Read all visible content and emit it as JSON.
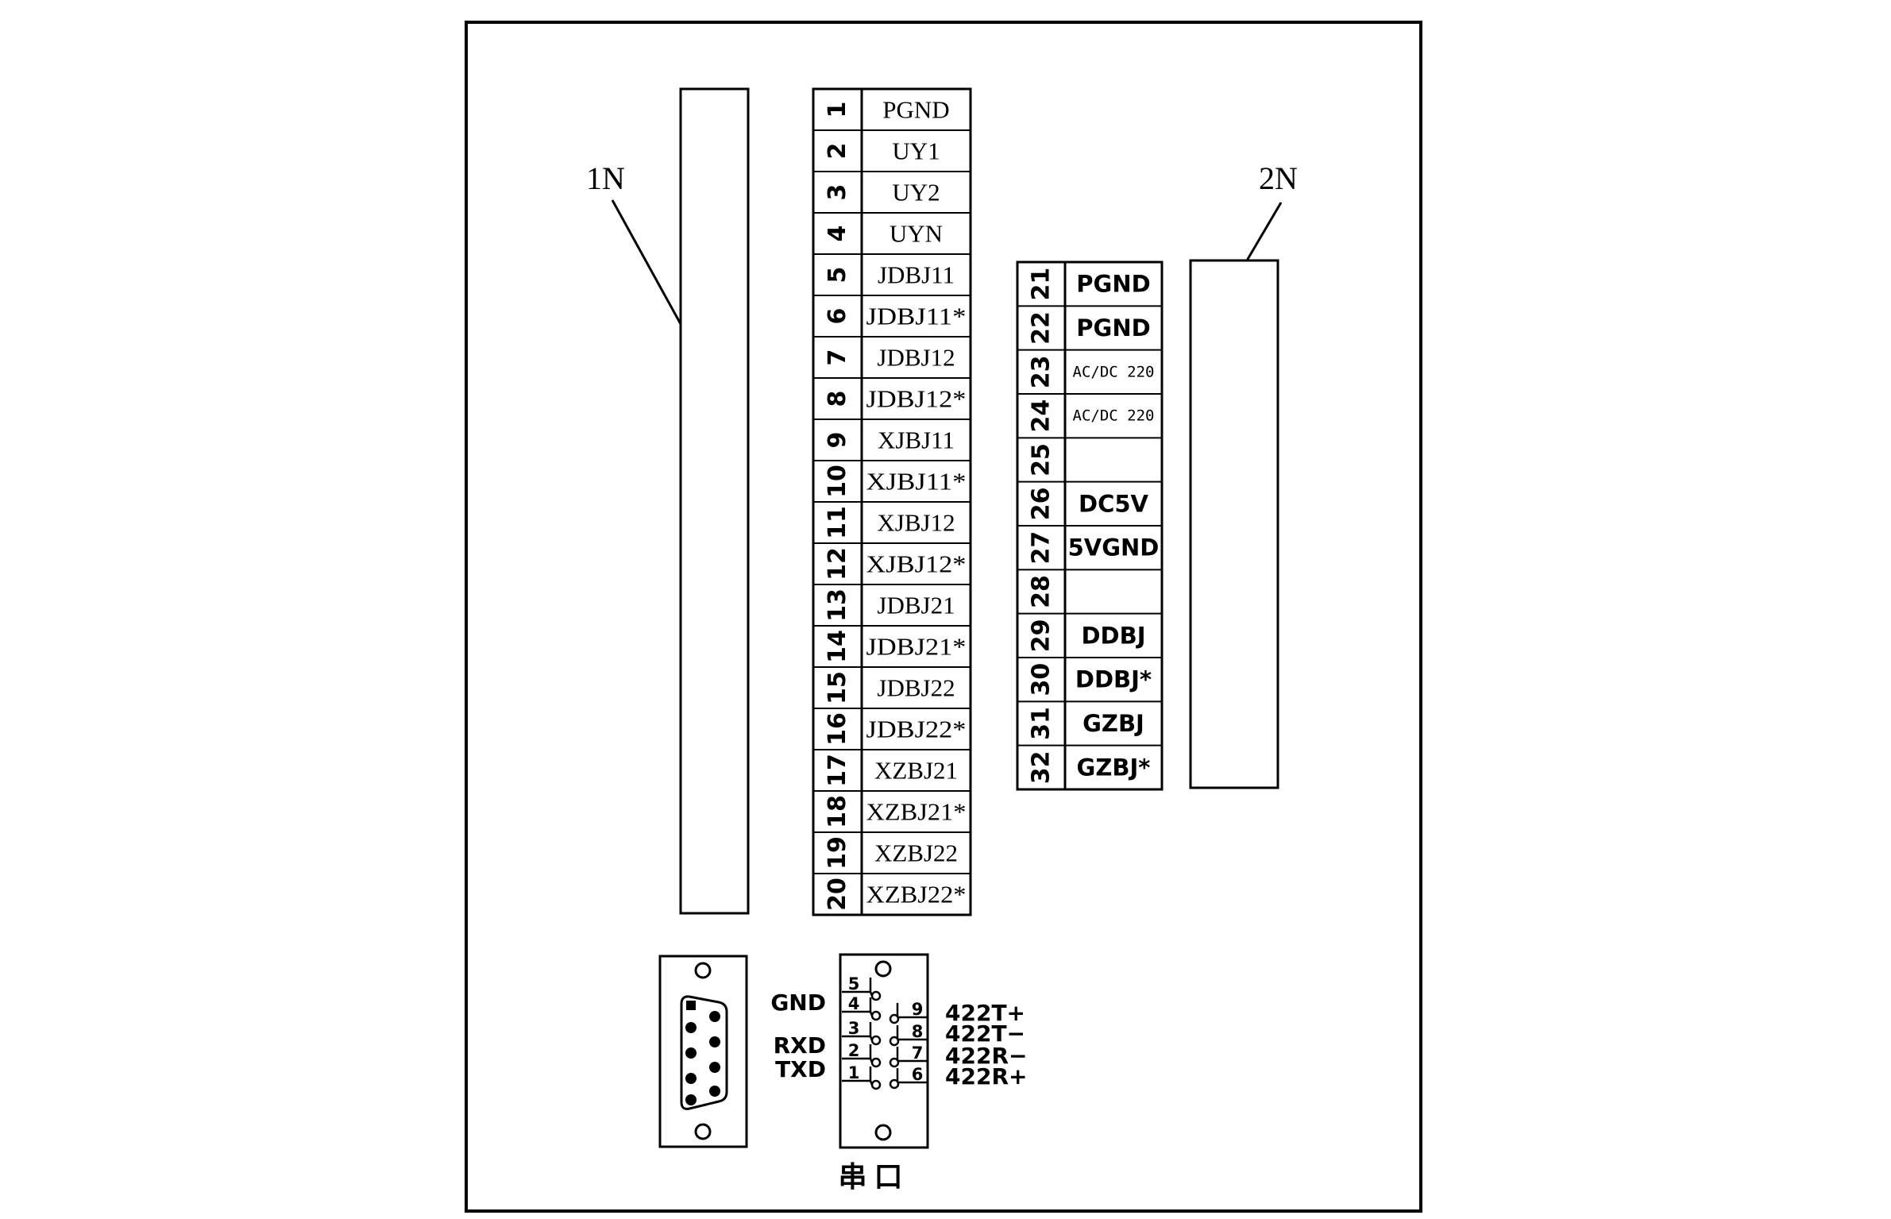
{
  "labels": {
    "module_1": "1N",
    "module_2": "2N",
    "port_caption": "串 口"
  },
  "terminal_block_1": [
    {
      "num": "1",
      "name": "PGND"
    },
    {
      "num": "2",
      "name": "UY1"
    },
    {
      "num": "3",
      "name": "UY2"
    },
    {
      "num": "4",
      "name": "UYN"
    },
    {
      "num": "5",
      "name": "JDBJ11"
    },
    {
      "num": "6",
      "name": "JDBJ11*"
    },
    {
      "num": "7",
      "name": "JDBJ12"
    },
    {
      "num": "8",
      "name": "JDBJ12*"
    },
    {
      "num": "9",
      "name": "XJBJ11"
    },
    {
      "num": "10",
      "name": "XJBJ11*"
    },
    {
      "num": "11",
      "name": "XJBJ12"
    },
    {
      "num": "12",
      "name": "XJBJ12*"
    },
    {
      "num": "13",
      "name": "JDBJ21"
    },
    {
      "num": "14",
      "name": "JDBJ21*"
    },
    {
      "num": "15",
      "name": "JDBJ22"
    },
    {
      "num": "16",
      "name": "JDBJ22*"
    },
    {
      "num": "17",
      "name": "XZBJ21"
    },
    {
      "num": "18",
      "name": "XZBJ21*"
    },
    {
      "num": "19",
      "name": "XZBJ22"
    },
    {
      "num": "20",
      "name": "XZBJ22*"
    }
  ],
  "terminal_block_2": [
    {
      "num": "21",
      "name": "PGND"
    },
    {
      "num": "22",
      "name": "PGND"
    },
    {
      "num": "23",
      "name": "AC/DC 220"
    },
    {
      "num": "24",
      "name": "AC/DC 220"
    },
    {
      "num": "25",
      "name": ""
    },
    {
      "num": "26",
      "name": "DC5V"
    },
    {
      "num": "27",
      "name": "5VGND"
    },
    {
      "num": "28",
      "name": ""
    },
    {
      "num": "29",
      "name": "DDBJ"
    },
    {
      "num": "30",
      "name": "DDBJ*"
    },
    {
      "num": "31",
      "name": "GZBJ"
    },
    {
      "num": "32",
      "name": "GZBJ*"
    }
  ],
  "serial_port": {
    "left_pins": [
      "5",
      "4",
      "3",
      "2",
      "1"
    ],
    "right_pins": [
      "9",
      "8",
      "7",
      "6"
    ],
    "left_signals": [
      {
        "name": "GND"
      },
      {
        "name": "RXD"
      },
      {
        "name": "TXD"
      }
    ],
    "right_signals": [
      {
        "name": "422T+"
      },
      {
        "name": "422T−"
      },
      {
        "name": "422R−"
      },
      {
        "name": "422R+"
      }
    ]
  }
}
